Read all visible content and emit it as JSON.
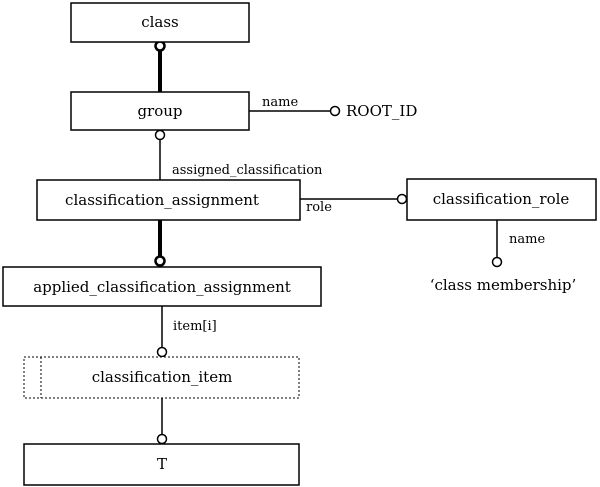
{
  "entities": {
    "class": "class",
    "group": "group",
    "classification_assignment": "classification_assignment",
    "classification_role": "classification_role",
    "applied_classification_assignment": "applied_classification_assignment",
    "classification_item": "classification_item",
    "t": "T"
  },
  "relations": {
    "group_name": "name",
    "assigned_classification": "assigned_classification",
    "role": "role",
    "role_name": "name",
    "item": "item[i]"
  },
  "values": {
    "root_id": "ROOT_ID",
    "class_membership": "‘class membership’"
  }
}
